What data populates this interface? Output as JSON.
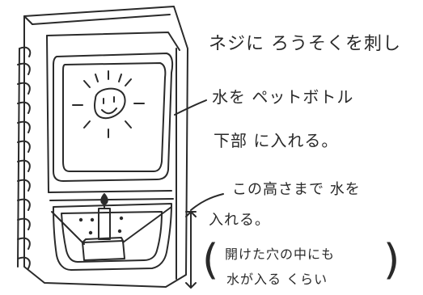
{
  "annotations": {
    "line1": "ネジに ろうそくを刺し",
    "line2": "水を ペットボトル",
    "line3": "下部 に入れる。",
    "line4": "この高さまで 水を",
    "line5": "入れる。",
    "line6": "開けた穴の中にも",
    "line7": "水が入る くらい"
  },
  "colors": {
    "ink": "#2a2a2a",
    "paper": "#ffffff"
  },
  "icons": [
    "smiling-sun-icon",
    "candle-icon",
    "height-arrow-icon"
  ]
}
